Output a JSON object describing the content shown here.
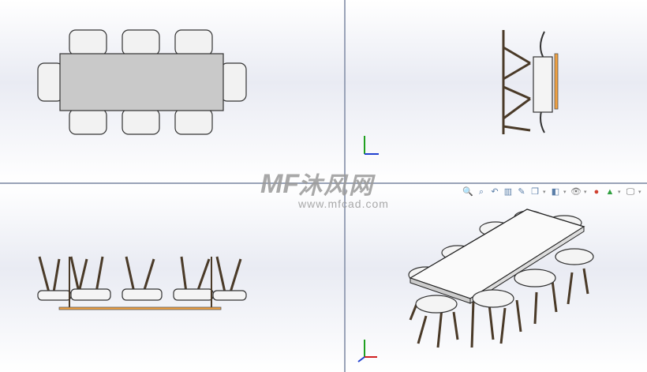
{
  "viewports": [
    {
      "name": "top-view",
      "label": ""
    },
    {
      "name": "right-view",
      "label": ""
    },
    {
      "name": "front-view",
      "label": ""
    },
    {
      "name": "isometric-view",
      "label": ""
    }
  ],
  "heads_up_toolbar": {
    "icons": [
      "zoom-to-fit-icon",
      "zoom-to-area-icon",
      "previous-view-icon",
      "section-view-icon",
      "dynamic-annotation-icon",
      "view-orientation-icon",
      "display-style-icon",
      "hide-show-items-icon",
      "edit-appearance-icon",
      "apply-scene-icon",
      "view-settings-icon"
    ]
  },
  "watermark": {
    "logo": "MF",
    "text": "沐风网",
    "url": "www.mfcad.com"
  },
  "triad": {
    "axes": [
      "Y",
      "Z",
      "X"
    ]
  },
  "colors": {
    "table": "#c9c9c9",
    "chair_leg": "#4a3a28",
    "accent_edge": "#f0a040",
    "x_axis": "#d02020",
    "y_axis": "#20a020",
    "z_axis": "#2040d0"
  }
}
